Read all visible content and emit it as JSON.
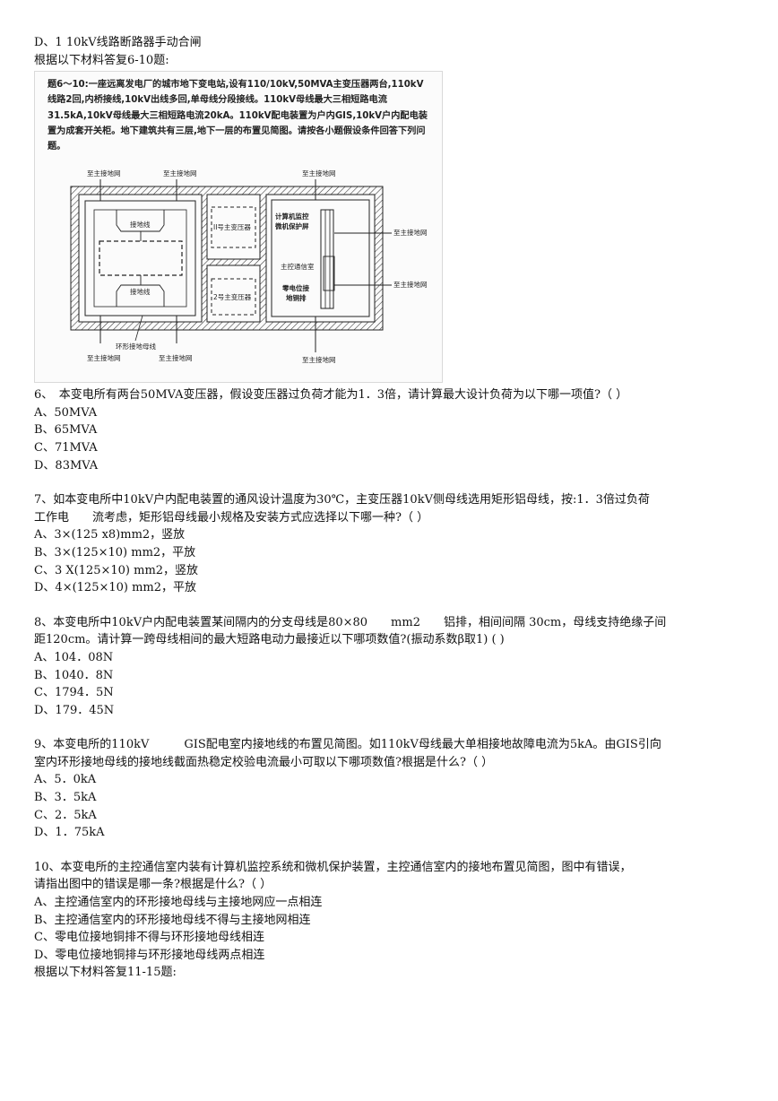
{
  "top_lines": [
    "D、1 10kV线路断路器手动合闸",
    "根据以下材料答复6-10题:"
  ],
  "figure": {
    "caption": "题6～10:一座远离发电厂的城市地下变电站,设有110/10kV,50MVA主变压器两台,110kV线路2回,内桥接线,10kV出线多回,单母线分段接线。110kV母线最大三相短路电流31.5kA,10kV母线最大三相短路电流20kA。110kV配电装置为户内GIS,10kV户内配电装置为成套开关柜。地下建筑共有三层,地下一层的布置见简图。请按各小题假设条件回答下列问题。",
    "labels": {
      "to_ground_1": "至主接地网",
      "to_ground_2": "至主接地网",
      "to_ground_3": "至主接地网",
      "to_ground_4": "至主接地网",
      "to_ground_5": "至主接地网",
      "to_ground_6": "至主接地网",
      "to_ground_7": "至主接地网",
      "to_ground_8": "至主接地网",
      "ground_line_top": "接地线",
      "ground_line_bottom": "接地线",
      "transformer_2": "II号主变压器",
      "transformer_1": "2号主变压器",
      "computer_monitor": "计算机监控",
      "micro_protection": "微机保护屏",
      "comm_room": "主控通信室",
      "zero_potential_1": "零电位接",
      "zero_potential_2": "地铜排",
      "ring_ground_bus": "环形接地母线"
    }
  },
  "q6": {
    "lines": [
      "6、　本变电所有两台50MVA变压器，假设变压器过负荷才能为1．3倍，请计算最大设计负荷为以下哪一项值?（ ）",
      "A、50MVA",
      "B、65MVA",
      "C、71MVA",
      "D、83MVA"
    ]
  },
  "q7": {
    "lines": [
      "7、如本变电所中10kV户内配电装置的通风设计温度为30℃，主变压器10kV侧母线选用矩形铝母线，按:1．3倍过负荷",
      "工作电　　流考虑，矩形铝母线最小规格及安装方式应选择以下哪一种?（ ）",
      "A、3×(125 x8)mm2，竖放",
      "B、3×(125×10) mm2，平放",
      "C、3 X(125×10) mm2，竖放",
      "D、4×(125×10) mm2，平放"
    ]
  },
  "q8": {
    "lines": [
      "8、本变电所中10kV户内配电装置某间隔内的分支母线是80×80　　mm2　　铝排，相间间隔 30cm，母线支持绝缘子间",
      "距120cm。请计算一跨母线相间的最大短路电动力最接近以下哪项数值?(振动系数β取1) ( )",
      "A、104．08N",
      "B、1040．8N",
      "C、1794．5N",
      "D、179．45N"
    ]
  },
  "q9": {
    "lines": [
      "9、本变电所的110kV　　　GIS配电室内接地线的布置见简图。如110kV母线最大单相接地故障电流为5kA。由GIS引向",
      "室内环形接地母线的接地线截面热稳定校验电流最小可取以下哪项数值?根据是什么?（ ）",
      "A、5．0kA",
      "B、3．5kA",
      "C、2．5kA",
      "D、1．75kA"
    ]
  },
  "q10": {
    "lines": [
      "10、本变电所的主控通信室内装有计算机监控系统和微机保护装置，主控通信室内的接地布置见简图，图中有错误，",
      "请指出图中的错误是哪一条?根据是什么?（ ）",
      "A、主控通信室内的环形接地母线与主接地网应一点相连",
      "B、主控通信室内的环形接地母线不得与主接地网相连",
      "C、零电位接地铜排不得与环形接地母线相连",
      "D、零电位接地铜排与环形接地母线两点相连",
      "根据以下材料答复11-15题:"
    ]
  }
}
